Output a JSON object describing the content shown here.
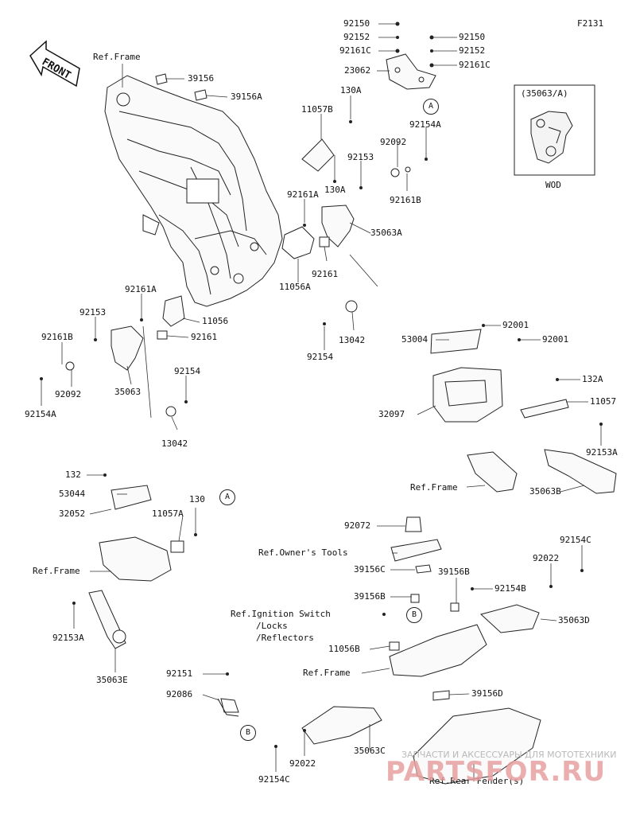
{
  "figure_code": "F2131",
  "front_label": "FRONT",
  "inset": {
    "title": "(35063/A)",
    "caption": "WOD"
  },
  "watermark": {
    "top": "ЗАПЧАСТИ И АКСЕССУАРЫ ДЛЯ МОТОТЕХНИКИ",
    "brand": "PARTSFOR.RU"
  },
  "circles": {
    "A1": "A",
    "A2": "A",
    "B1": "B",
    "B2": "B"
  },
  "labels": {
    "ref_frame_1": "Ref.Frame",
    "p39156": "39156",
    "p39156A": "39156A",
    "p92150_a": "92150",
    "p92152_a": "92152",
    "p92161C_a": "92161C",
    "p92150_b": "92150",
    "p92152_b": "92152",
    "p92161C_b": "92161C",
    "p23062": "23062",
    "p130A_1": "130A",
    "p11057B": "11057B",
    "p92154A_1": "92154A",
    "p92092_1": "92092",
    "p92153_1": "92153",
    "p130A_2": "130A",
    "p92161A_1": "92161A",
    "p92161B_1": "92161B",
    "p35063A": "35063A",
    "p92161_1": "92161",
    "p11056A": "11056A",
    "p92161A_2": "92161A",
    "p92153_2": "92153",
    "p11056": "11056",
    "p92161B_2": "92161B",
    "p92161_2": "92161",
    "p92092_2": "92092",
    "p35063": "35063",
    "p92154A_2": "92154A",
    "p92154_1": "92154",
    "p13042_1": "13042",
    "p92154_2": "92154",
    "p13042_2": "13042",
    "p53004": "53004",
    "p92001_1": "92001",
    "p92001_2": "92001",
    "p132A": "132A",
    "p11057": "11057",
    "p32097": "32097",
    "p92153A_1": "92153A",
    "ref_frame_2": "Ref.Frame",
    "p35063B": "35063B",
    "p132": "132",
    "p53044": "53044",
    "p32052": "32052",
    "p130": "130",
    "p11057A": "11057A",
    "ref_frame_3": "Ref.Frame",
    "p92153A_2": "92153A",
    "p35063E": "35063E",
    "p92072": "92072",
    "ref_owners_tools": "Ref.Owner's Tools",
    "p39156C": "39156C",
    "p39156B_1": "39156B",
    "p92154C_1": "92154C",
    "p92022_1": "92022",
    "p92154B": "92154B",
    "p39156B_2": "39156B",
    "ref_ignition_1": "Ref.Ignition Switch",
    "ref_ignition_2": "/Locks",
    "ref_ignition_3": "/Reflectors",
    "p35063D": "35063D",
    "p11056B": "11056B",
    "ref_frame_4": "Ref.Frame",
    "p92151": "92151",
    "p92086": "92086",
    "p39156D": "39156D",
    "p35063C": "35063C",
    "p92022_2": "92022",
    "p92154C_2": "92154C",
    "ref_rear_fender": "Ref.Rear Fender(s)"
  }
}
